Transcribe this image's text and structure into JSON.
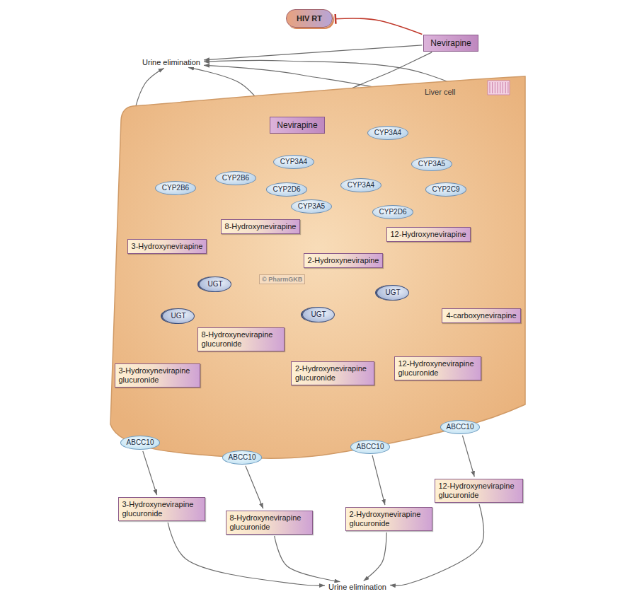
{
  "diagram": {
    "nodes": [
      {
        "text": [
          "HIV RT"
        ]
      },
      {
        "text": [
          "Nevirapine"
        ]
      },
      {
        "text": [
          "Urine elimination"
        ]
      },
      {
        "text": [
          "Liver cell"
        ]
      },
      {
        "text": [
          "Nevirapine"
        ],
        "in": 3
      },
      {
        "text": [
          "CYP2B6"
        ],
        "in": 3
      },
      {
        "text": [
          "CYP2B6"
        ],
        "in": 3
      },
      {
        "text": [
          "CYP3A4"
        ],
        "in": 3
      },
      {
        "text": [
          "CYP2D6"
        ],
        "in": 3
      },
      {
        "text": [
          "CYP3A5"
        ],
        "in": 3
      },
      {
        "text": [
          "CYP3A4"
        ],
        "in": 3
      },
      {
        "text": [
          "CYP3A4"
        ],
        "in": 3
      },
      {
        "text": [
          "CYP3A5"
        ],
        "in": 3
      },
      {
        "text": [
          "CYP2C9"
        ],
        "in": 3
      },
      {
        "text": [
          "CYP2D6"
        ],
        "in": 3
      },
      {
        "text": [
          "3-Hydroxynevirapine"
        ],
        "in": 3
      },
      {
        "text": [
          "8-Hydroxynevirapine"
        ],
        "in": 3
      },
      {
        "text": [
          "2-Hydroxynevirapine"
        ],
        "in": 3
      },
      {
        "text": [
          "12-Hydroxynevirapine"
        ],
        "in": 3
      },
      {
        "text": [
          "UGT"
        ],
        "in": 3
      },
      {
        "text": [
          "UGT"
        ],
        "in": 3
      },
      {
        "text": [
          "UGT"
        ],
        "in": 3
      },
      {
        "text": [
          "UGT"
        ],
        "in": 3
      },
      {
        "text": [
          "4-carboxynevirapine"
        ],
        "in": 3
      },
      {
        "text": [
          "8-Hydroxynevirapine glucuronide"
        ],
        "in": 3
      },
      {
        "text": [
          "3-Hydroxynevirapine glucuronide"
        ],
        "in": 3
      },
      {
        "text": [
          "2-Hydroxynevirapine glucuronide"
        ],
        "in": 3
      },
      {
        "text": [
          "12-Hydroxynevirapine glucuronide"
        ],
        "in": 3
      },
      {
        "text": [
          "ABCC10"
        ]
      },
      {
        "text": [
          "ABCC10"
        ]
      },
      {
        "text": [
          "ABCC10"
        ]
      },
      {
        "text": [
          "ABCC10"
        ]
      },
      {
        "text": [
          "3-Hydroxynevirapine glucuronide"
        ]
      },
      {
        "text": [
          "8-Hydroxynevirapine glucuronide"
        ]
      },
      {
        "text": [
          "2-Hydroxynevirapine glucuronide"
        ]
      },
      {
        "text": [
          "12-Hydroxynevirapine glucuronide"
        ]
      },
      {
        "text": [
          "Urine elimination"
        ]
      }
    ],
    "edges": [
      {
        "from": 1,
        "to": 0,
        "arrow": "to"
      },
      {
        "from": 1,
        "to": 2,
        "arrow": "to"
      },
      {
        "from": 1,
        "to": 4,
        "arrow": "to"
      },
      {
        "from": 4,
        "to": 2,
        "arrow": "to"
      },
      {
        "from": 4,
        "to": 15,
        "arrow": "to"
      },
      {
        "from": 4,
        "to": 16,
        "arrow": "to"
      },
      {
        "from": 4,
        "to": 17,
        "arrow": "to"
      },
      {
        "from": 4,
        "to": 18,
        "arrow": "to"
      },
      {
        "from": 15,
        "to": 2,
        "arrow": "to"
      },
      {
        "from": 18,
        "to": 2,
        "arrow": "to"
      },
      {
        "from": 23,
        "to": 2,
        "arrow": "to"
      },
      {
        "from": 18,
        "to": 23,
        "arrow": "to"
      },
      {
        "from": 15,
        "to": 25,
        "arrow": "to"
      },
      {
        "from": 16,
        "to": 24,
        "arrow": "to"
      },
      {
        "from": 17,
        "to": 26,
        "arrow": "to"
      },
      {
        "from": 18,
        "to": 27,
        "arrow": "to"
      },
      {
        "from": 25,
        "to": 28,
        "arrow": "none"
      },
      {
        "from": 24,
        "to": 29,
        "arrow": "none"
      },
      {
        "from": 26,
        "to": 30,
        "arrow": "none"
      },
      {
        "from": 27,
        "to": 31,
        "arrow": "none"
      },
      {
        "from": 28,
        "to": 32,
        "arrow": "to"
      },
      {
        "from": 29,
        "to": 33,
        "arrow": "to"
      },
      {
        "from": 30,
        "to": 34,
        "arrow": "to"
      },
      {
        "from": 31,
        "to": 35,
        "arrow": "to"
      },
      {
        "from": 32,
        "to": 36,
        "arrow": "to"
      },
      {
        "from": 33,
        "to": 36,
        "arrow": "to"
      },
      {
        "from": 34,
        "to": 36,
        "arrow": "to"
      },
      {
        "from": 35,
        "to": 36,
        "arrow": "to"
      }
    ],
    "labels": [
      "© PharmGKB"
    ]
  }
}
